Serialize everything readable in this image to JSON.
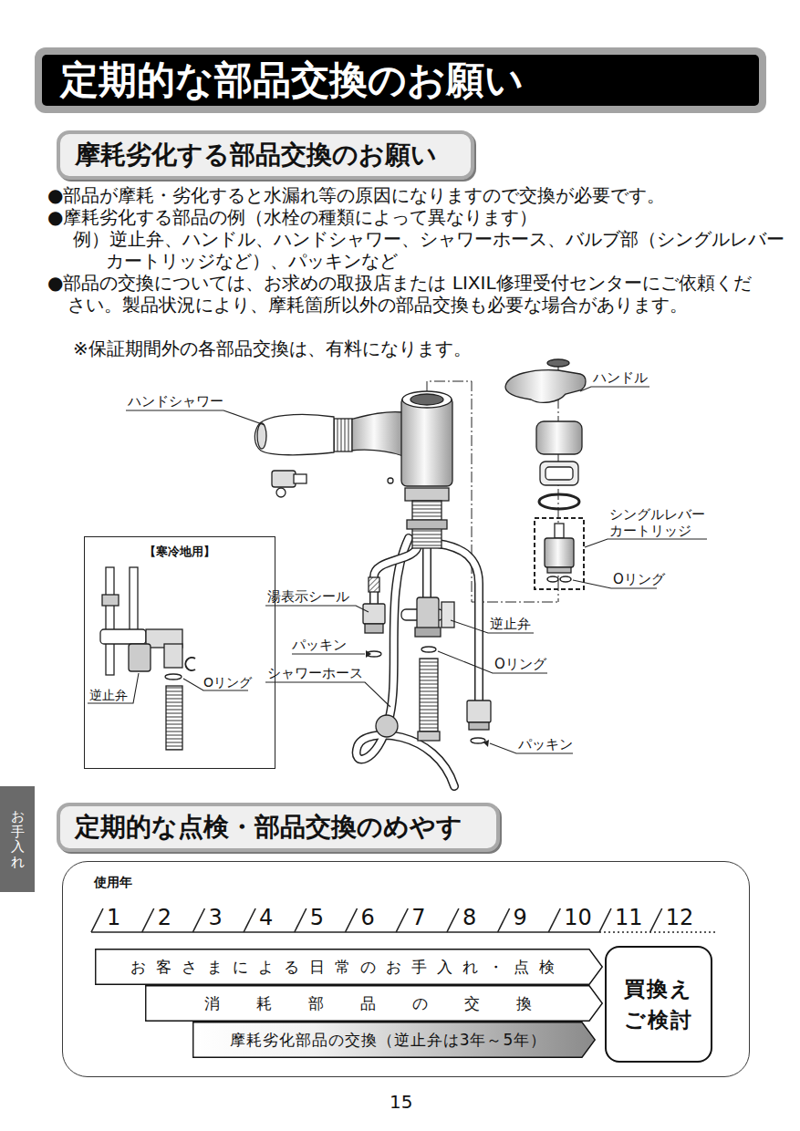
{
  "diagram": {
    "title": "定期的な部品交換のお願い",
    "nodes": [
      {
        "text": [
          "摩耗劣化する部品交換のお願い"
        ]
      },
      {
        "text": [
          "【寒冷地用】"
        ]
      },
      {
        "text": [
          "お手入れ"
        ]
      },
      {
        "text": [
          "定期的な点検・部品交換のめやす"
        ]
      },
      {
        "text": [
          "使用年"
        ]
      },
      {
        "text": [
          "お客さまによる日常のお手入れ・点検"
        ],
        "in": 4
      },
      {
        "text": [
          "消耗部品の交換"
        ],
        "in": 4
      },
      {
        "text": [
          "摩耗劣化部品の交換（逆止弁は3年～5年）"
        ],
        "in": 4
      },
      {
        "text": [
          "買換えご検討"
        ],
        "in": 4
      }
    ],
    "labels": [
      "●部品が摩耗・劣化すると水漏れ等の原因になりますので交換が必要です。",
      "●摩耗劣化する部品の例（水栓の種類によって異なります）",
      "例）逆止弁、ハンドル、ハンドシャワー、シャワーホース、バルブ部（シングルレバーカートリッジなど）、パッキンなど",
      "●部品の交換については、お求めの取扱店または LIXIL修理受付センターにご依頼ください。製品状況により、摩耗箇所以外の部品交換も必要な場合があります。",
      "※保証期間外の各部品交換は、有料になります。",
      "ハンドル",
      "ハンドシャワー",
      "シングルレバーカートリッジ",
      "Oリング",
      "湯表示シール",
      "逆止弁",
      "パッキン",
      "Oリング",
      "シャワーホース",
      "Oリング",
      "逆止弁",
      "パッキン",
      "1",
      "2",
      "3",
      "4",
      "5",
      "6",
      "7",
      "8",
      "9",
      "10",
      "11",
      "12",
      "15"
    ]
  }
}
